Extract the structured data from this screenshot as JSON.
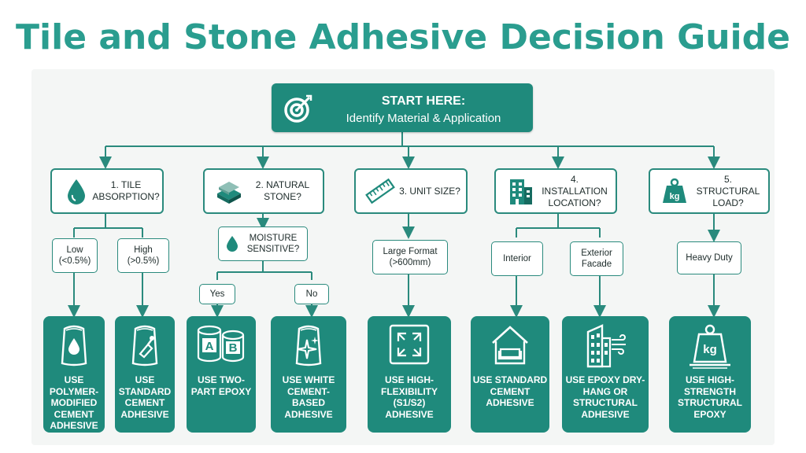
{
  "title": "Tile and Stone Adhesive Decision Guide",
  "start": {
    "line1": "START HERE:",
    "line2": "Identify Material & Application",
    "icon": "target-icon"
  },
  "questions": [
    {
      "label": "1. TILE ABSORPTION?",
      "icon": "water-drop-icon"
    },
    {
      "label": "2. NATURAL STONE?",
      "icon": "stone-slab-icon"
    },
    {
      "label": "3. UNIT SIZE?",
      "icon": "ruler-icon"
    },
    {
      "label": "4. INSTALLATION LOCATION?",
      "icon": "building-icon"
    },
    {
      "label": "5. STRUCTURAL LOAD?",
      "icon": "kg-weight-icon"
    }
  ],
  "options": {
    "low": "Low (<0.5%)",
    "high": "High (>0.5%)",
    "moisture": "MOISTURE SENSITIVE?",
    "yes": "Yes",
    "no": "No",
    "large_format": "Large Format (>600mm)",
    "interior": "Interior",
    "exterior": "Exterior Facade",
    "heavy_duty": "Heavy Duty"
  },
  "results": [
    {
      "text": "USE POLYMER-MODIFIED CEMENT ADHESIVE",
      "icon": "adhesive-bag-drop-icon"
    },
    {
      "text": "USE STANDARD CEMENT ADHESIVE",
      "icon": "adhesive-bag-trowel-icon"
    },
    {
      "text": "USE TWO-PART EPOXY",
      "icon": "two-part-epoxy-icon",
      "can_a": "A",
      "can_b": "B"
    },
    {
      "text": "USE WHITE CEMENT-BASED ADHESIVE",
      "icon": "adhesive-bag-sparkle-icon"
    },
    {
      "text": "USE HIGH-FLEXIBILITY (S1/S2) ADHESIVE",
      "icon": "expand-arrows-icon"
    },
    {
      "text": "USE STANDARD CEMENT ADHESIVE",
      "icon": "house-sofa-icon"
    },
    {
      "text": "USE EPOXY DRY-HANG OR STRUCTURAL ADHESIVE",
      "icon": "building-wind-icon"
    },
    {
      "text": "USE HIGH-STRENGTH STRUCTURAL EPOXY",
      "icon": "heavy-weight-icon",
      "weight_label": "kg"
    }
  ],
  "kg_label": "kg",
  "colors": {
    "accent": "#1f8a7c",
    "title": "#2a9d8f",
    "line": "#2a8a7d"
  }
}
